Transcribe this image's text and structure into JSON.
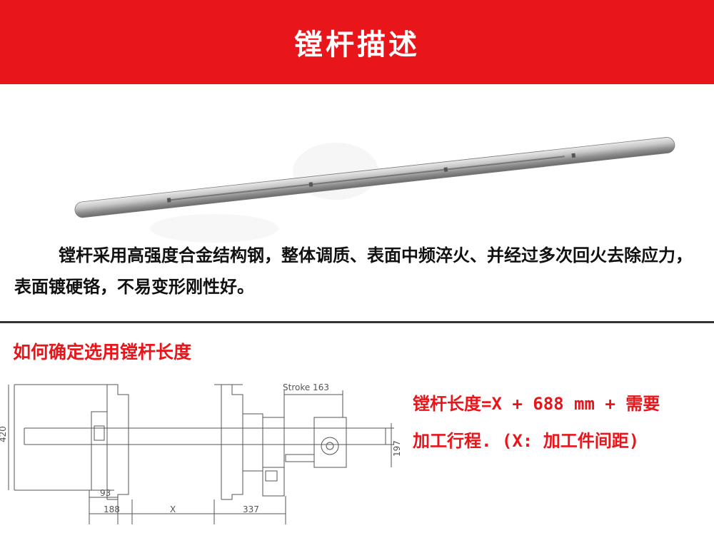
{
  "banner": {
    "title": "镗杆描述"
  },
  "description": {
    "text": "镗杆采用高强度合金结构钢，整体调质、表面中频淬火、并经过多次回火去除应力，表面镀硬铬，不易变形刚性好。"
  },
  "section": {
    "heading": "如何确定选用镗杆长度"
  },
  "formula": {
    "line1": "镗杆长度=X + 688 mm + 需要",
    "line2": "加工行程. (X:  加工件间距)"
  },
  "drawing": {
    "stroke_label": "Stroke 163",
    "dim_420": "420",
    "dim_197": "197",
    "dim_93": "93",
    "dim_188": "188",
    "dim_x": "X",
    "dim_337": "337"
  },
  "colors": {
    "accent": "#e8151b",
    "text": "#111111"
  }
}
